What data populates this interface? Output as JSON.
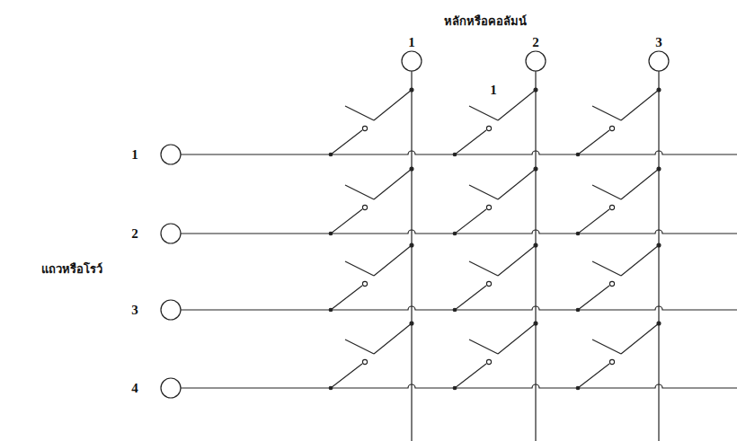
{
  "diagram": {
    "labels": [
      "หลักหรือคอลัมน์",
      "1",
      "2",
      "3",
      "1",
      "1",
      "2",
      "3",
      "4",
      "แถวหรือโรว์"
    ]
  }
}
